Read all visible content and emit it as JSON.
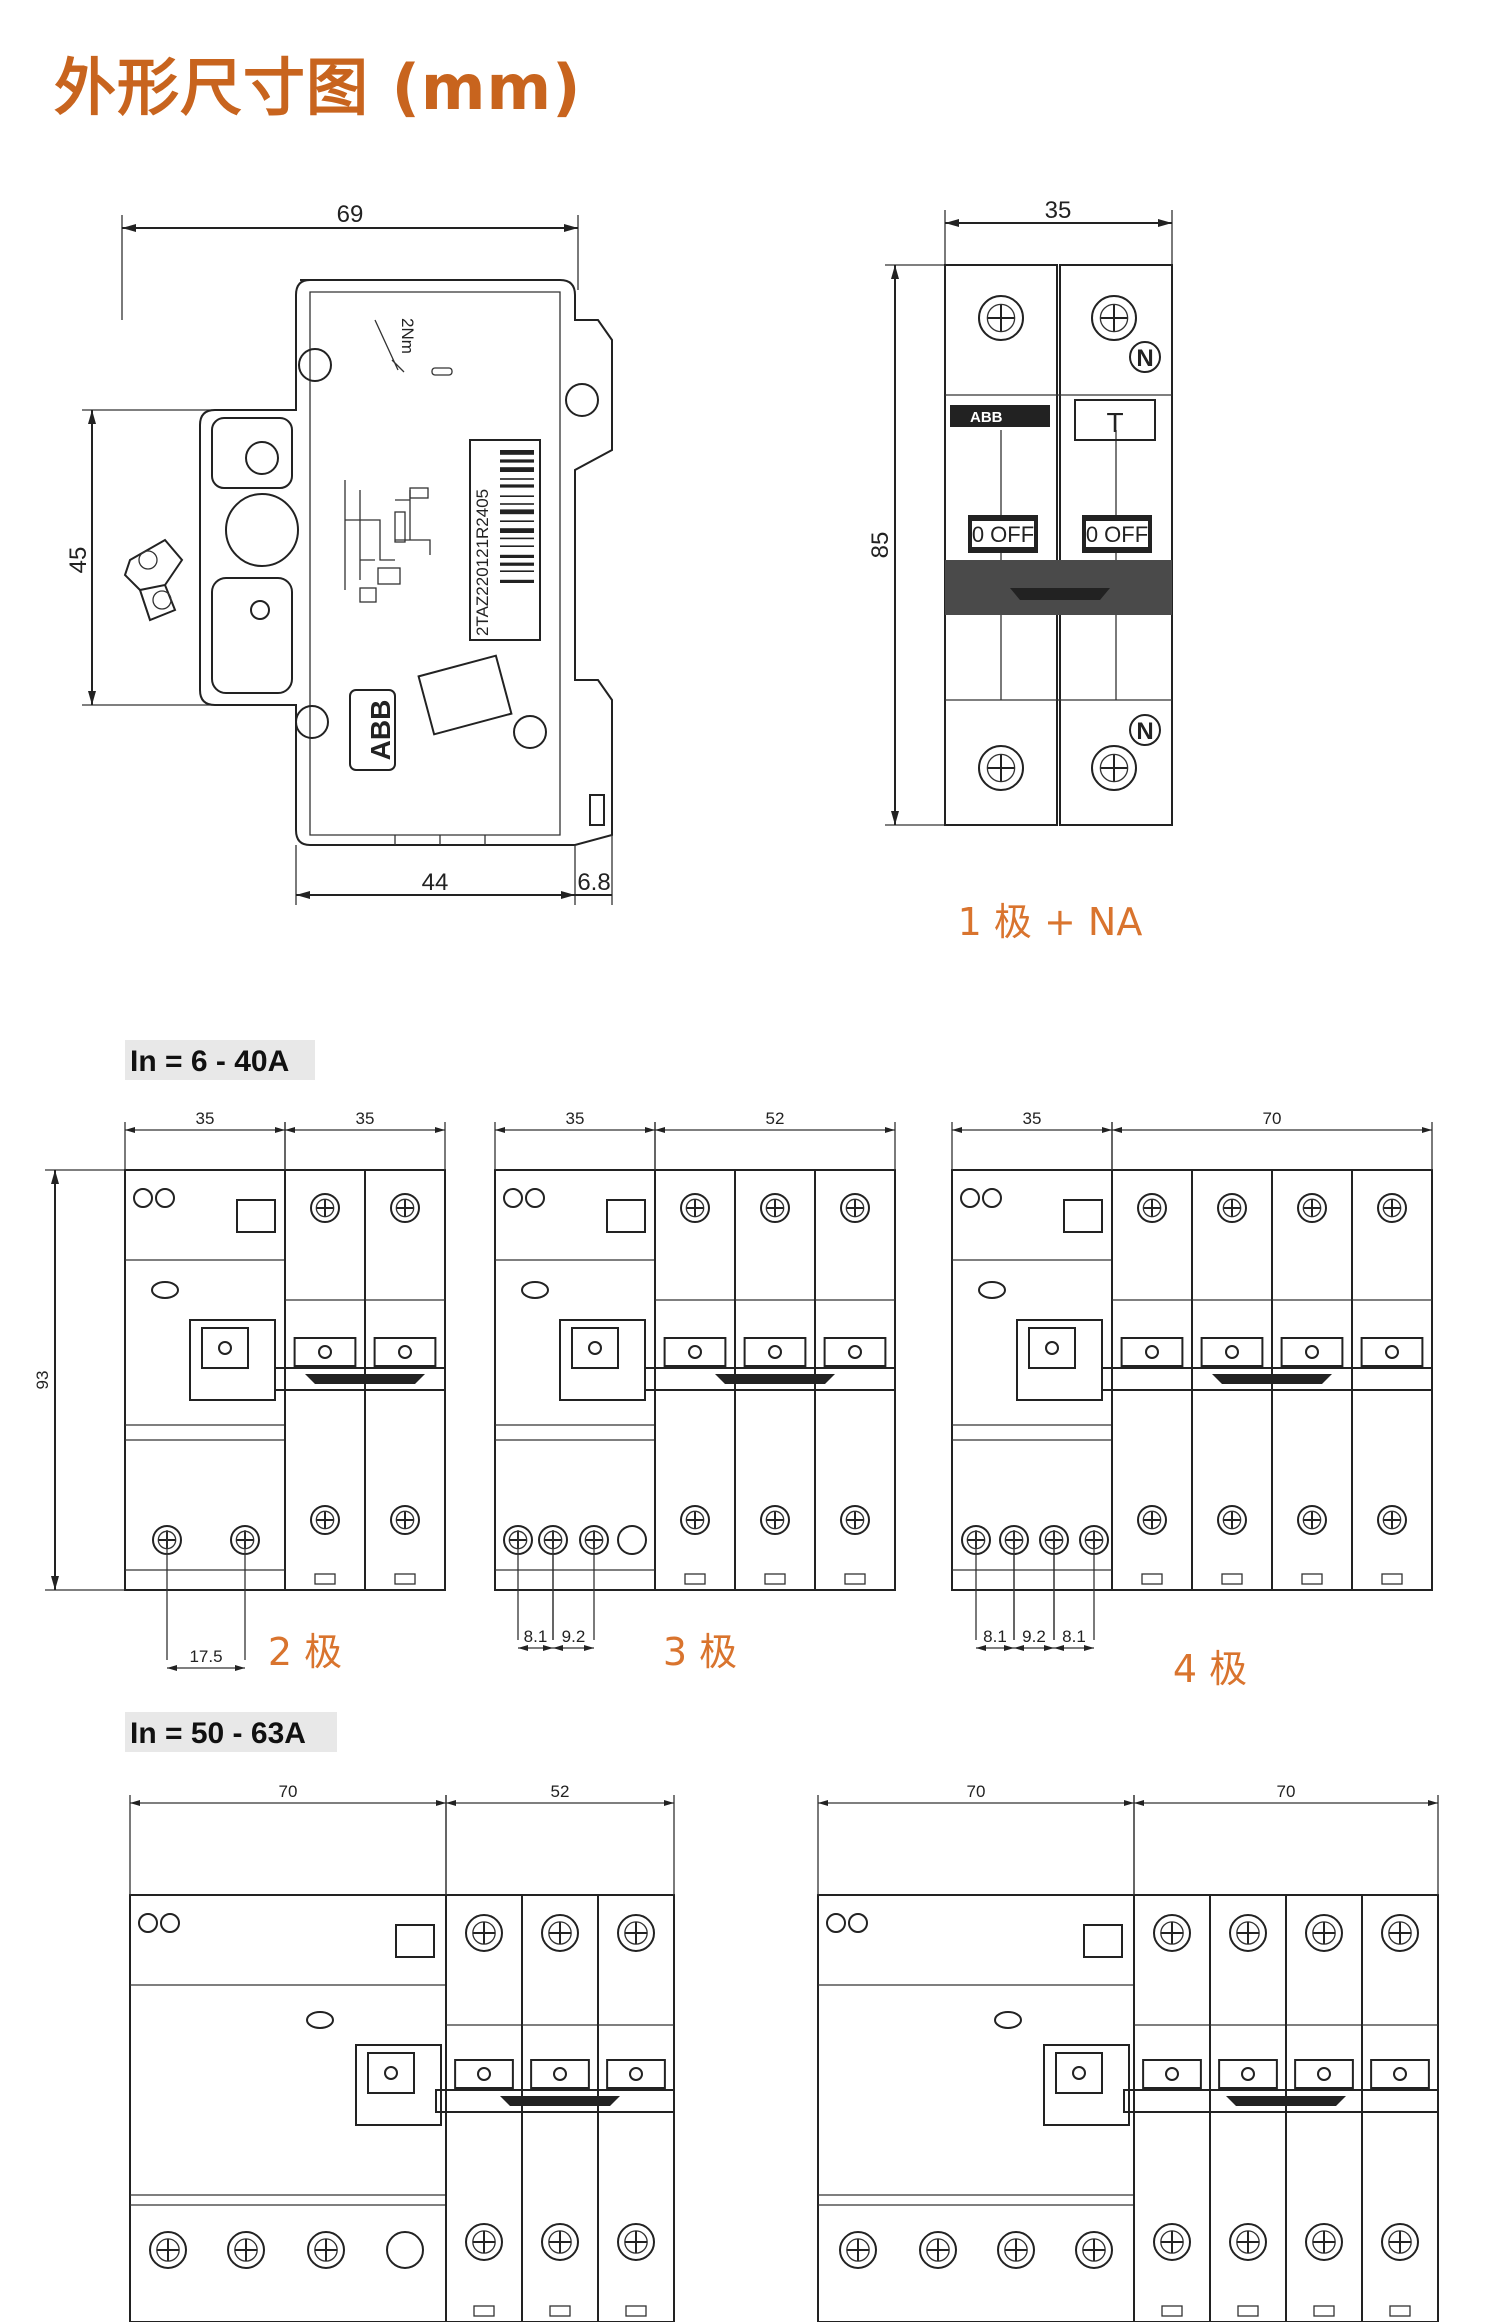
{
  "page_title": "外形尺寸图 (mm)",
  "section1": {
    "side_view": {
      "dim_width": "69",
      "dim_height": "45",
      "dim_bottom": "44",
      "dim_rail": "6.8",
      "part_code": "2TAZ220121R2405",
      "brand": "ABB",
      "torque": "2Nm"
    },
    "front_view": {
      "dim_width": "35",
      "dim_height": "85",
      "caption": "1 极 + NA",
      "off_label": "0 OFF",
      "n_label": "N",
      "t_label": "T",
      "brand": "ABB"
    }
  },
  "section2": {
    "header": "In = 6 - 40A",
    "height_dim": "93",
    "views": [
      {
        "caption": "2 极",
        "dim_left": "35",
        "dim_right": "35",
        "bottom_dims": [
          "17.5"
        ]
      },
      {
        "caption": "3 极",
        "dim_left": "35",
        "dim_right": "52",
        "bottom_dims": [
          "8.1",
          "9.2"
        ]
      },
      {
        "caption": "4 极",
        "dim_left": "35",
        "dim_right": "70",
        "bottom_dims": [
          "8.1",
          "9.2",
          "8.1"
        ]
      }
    ]
  },
  "section3": {
    "header": "In = 50 - 63A",
    "views": [
      {
        "dim_left": "70",
        "dim_right": "52"
      },
      {
        "dim_left": "70",
        "dim_right": "70"
      }
    ]
  },
  "colors": {
    "accent": "#c8641e",
    "caption": "#d9742e",
    "header_bg": "#e8e8e8",
    "line": "#222222"
  }
}
